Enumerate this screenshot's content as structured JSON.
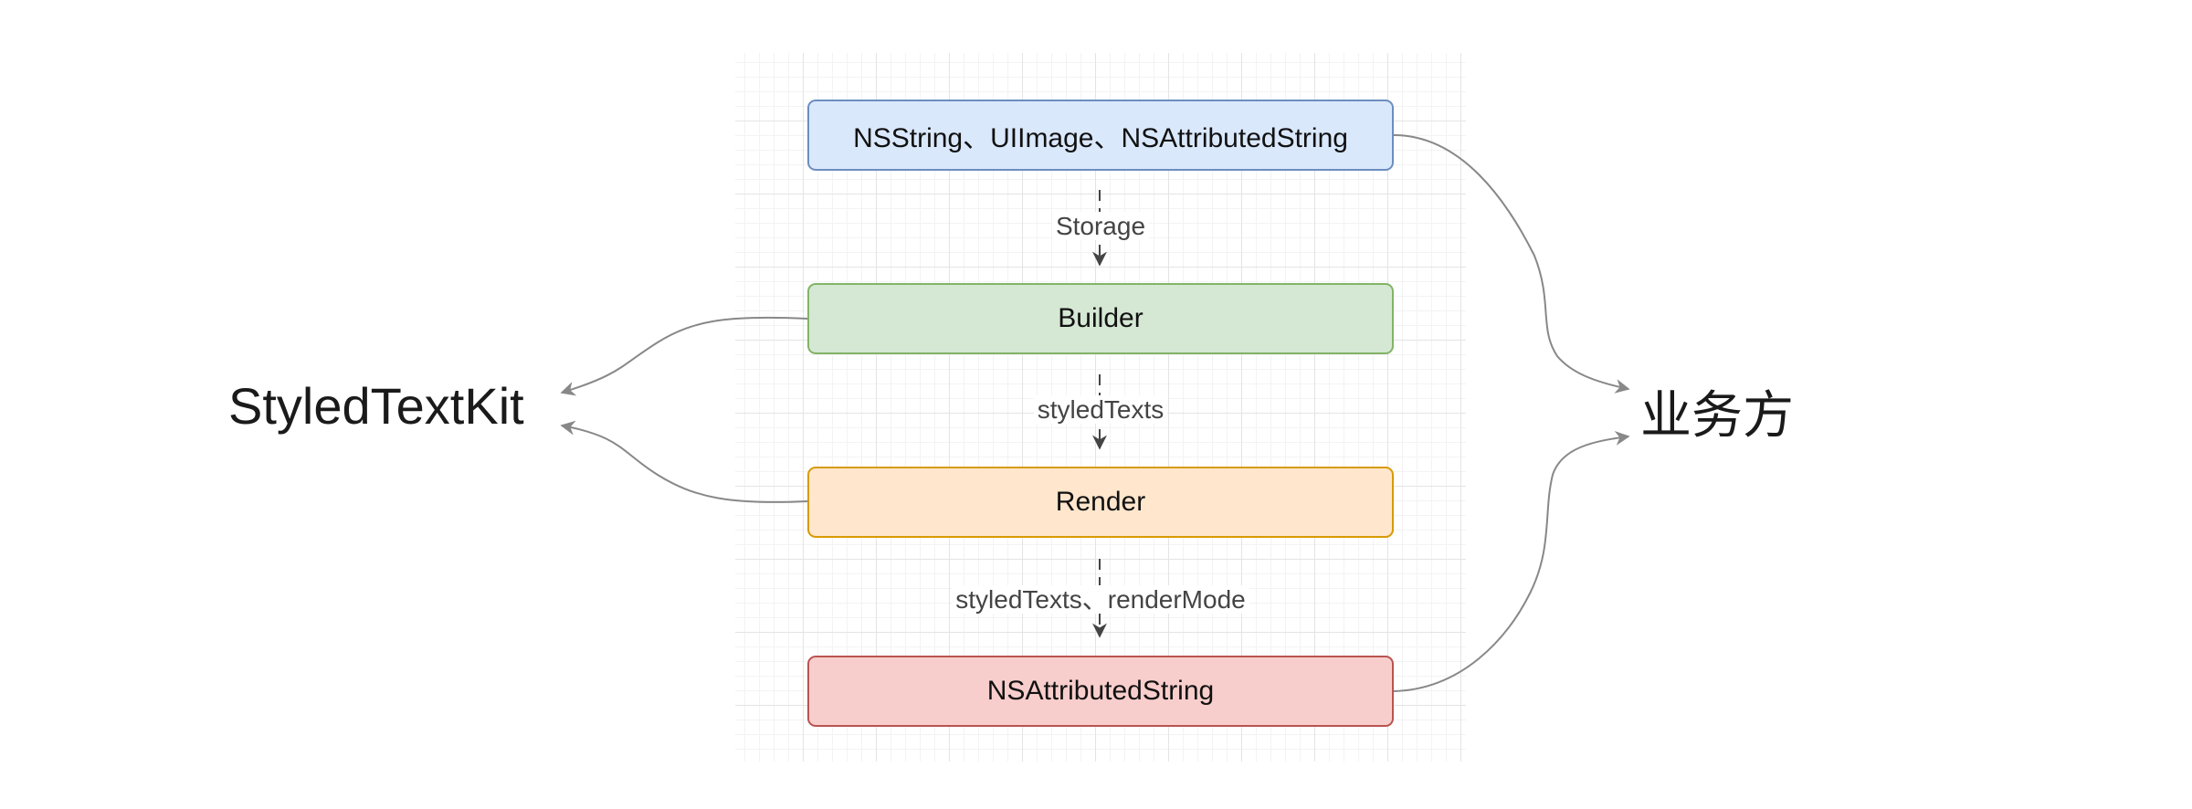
{
  "diagram": {
    "left_label": "StyledTextKit",
    "right_label": "业务方",
    "boxes": [
      {
        "id": "storage",
        "label": "NSString、UIImage、NSAttributedString",
        "fill": "#dae8fc",
        "stroke": "#6c8ebf"
      },
      {
        "id": "builder",
        "label": "Builder",
        "fill": "#d5e8d4",
        "stroke": "#82b366"
      },
      {
        "id": "render",
        "label": "Render",
        "fill": "#ffe6cc",
        "stroke": "#d79b00"
      },
      {
        "id": "output",
        "label": "NSAttributedString",
        "fill": "#f8cecc",
        "stroke": "#b85450"
      }
    ],
    "edge_labels": [
      "Storage",
      "styledTexts",
      "styledTexts、renderMode"
    ],
    "edge_color": "#888888",
    "grid_color": "#e4e4e4"
  }
}
